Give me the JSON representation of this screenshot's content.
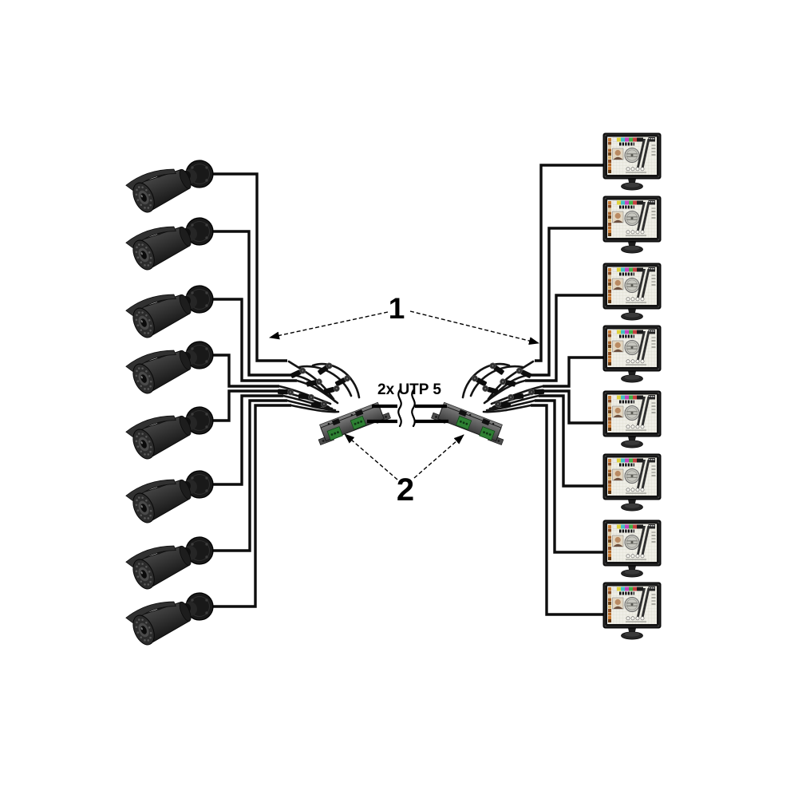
{
  "labels": {
    "callout_1": "1",
    "callout_2": "2",
    "cable_type": "2x UTP 5"
  },
  "components": {
    "camera_count": 8,
    "monitor_count": 8,
    "balun_count": 2,
    "utp_run_count": 2
  },
  "colors": {
    "background": "#ffffff",
    "cable_black": "#0d0d0d",
    "balun_gray": "#5e5e5e",
    "terminal_green": "#2e8033"
  }
}
